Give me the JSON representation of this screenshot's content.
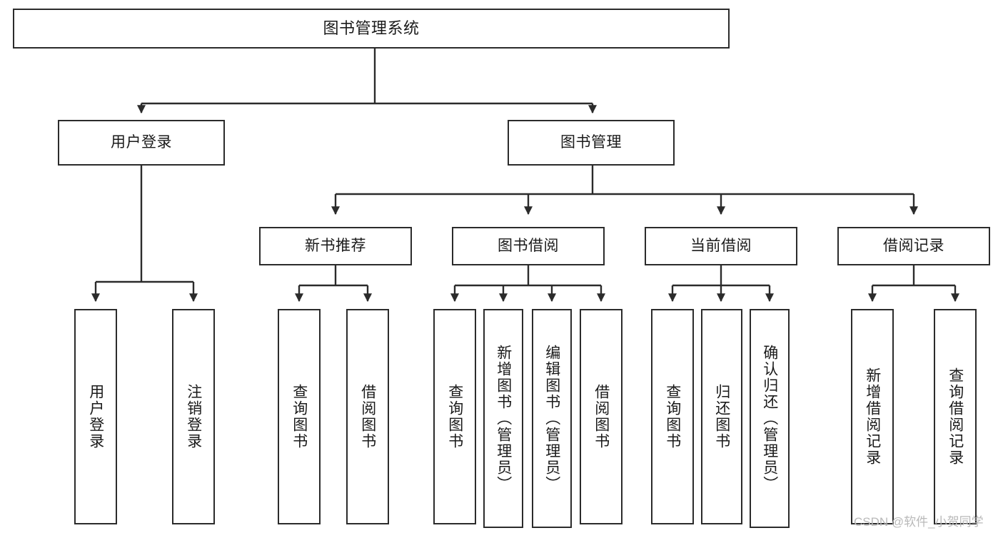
{
  "diagram": {
    "title": "图书管理系统",
    "type": "hierarchy-tree",
    "watermark": "CSDN @软件_小贺同学",
    "colors": {
      "node_border": "#2b2b2b",
      "node_fill": "#ffffff",
      "edge": "#2b2b2b",
      "text": "#1a1a1a",
      "background": "#ffffff",
      "watermark": "#b9b9b9"
    },
    "root": {
      "label": "图书管理系统"
    },
    "level2": [
      {
        "label": "用户登录"
      },
      {
        "label": "图书管理"
      }
    ],
    "level3": [
      {
        "label": "新书推荐"
      },
      {
        "label": "图书借阅"
      },
      {
        "label": "当前借阅"
      },
      {
        "label": "借阅记录"
      }
    ],
    "leaves": {
      "user_login": [
        {
          "label": "用户登录"
        },
        {
          "label": "注销登录"
        }
      ],
      "new_book_recommend": [
        {
          "label": "查询图书"
        },
        {
          "label": "借阅图书"
        }
      ],
      "book_borrow": [
        {
          "label": "查询图书"
        },
        {
          "label": "新增图书（管理员）"
        },
        {
          "label": "编辑图书（管理员）"
        },
        {
          "label": "借阅图书"
        }
      ],
      "current_borrow": [
        {
          "label": "查询图书"
        },
        {
          "label": "归还图书"
        },
        {
          "label": "确认归还（管理员）"
        }
      ],
      "borrow_record": [
        {
          "label": "新增借阅记录"
        },
        {
          "label": "查询借阅记录"
        }
      ]
    }
  }
}
